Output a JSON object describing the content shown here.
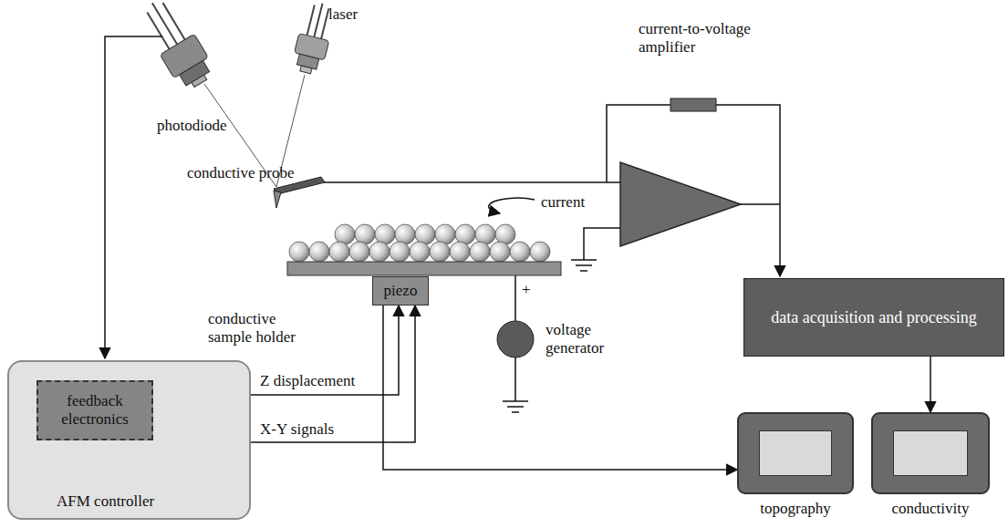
{
  "diagram": {
    "nodes": [
      {
        "text": [
          "AFM controller"
        ]
      },
      {
        "text": [
          "feedback electronics"
        ],
        "in": 0
      },
      {
        "text": [
          "piezo"
        ]
      },
      {
        "text": [
          "data acquisition and processing"
        ]
      },
      {
        "text": [
          "topography"
        ]
      },
      {
        "text": [
          "conductivity"
        ]
      }
    ],
    "edges": [
      {
        "from": 0,
        "to": 2,
        "label": "Z displacement",
        "arrow": "to"
      },
      {
        "from": 0,
        "to": 2,
        "label": "X-Y signals",
        "arrow": "to"
      },
      {
        "from": 2,
        "to": 4,
        "arrow": "to"
      },
      {
        "from": 3,
        "to": 5,
        "arrow": "to"
      }
    ],
    "labels": [
      "laser",
      "photodiode",
      "current-to-voltage amplifier",
      "conductive probe",
      "current",
      "conductive sample holder",
      "+",
      "voltage generator"
    ]
  }
}
